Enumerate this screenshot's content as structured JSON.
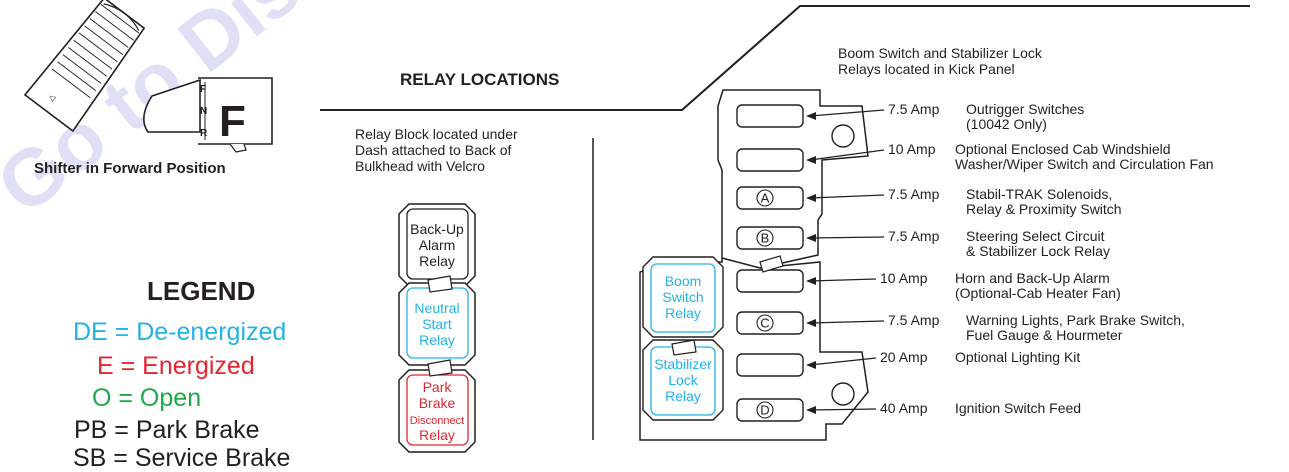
{
  "watermark_text": "Go to Discount",
  "shifter": {
    "caption": "Shifter in Forward Position",
    "big_letter": "F",
    "positions": [
      "F",
      "N",
      "R"
    ]
  },
  "title": "RELAY LOCATIONS",
  "relay_block_note": [
    "Relay Block located under",
    "Dash attached to Back of",
    "Bulkhead with Velcro"
  ],
  "kick_panel_note": [
    "Boom Switch and Stabilizer Lock",
    "Relays located in Kick Panel"
  ],
  "legend": {
    "title": "LEGEND",
    "items": [
      {
        "text": "DE = De-energized",
        "color": "#22b3e6"
      },
      {
        "text": "E = Energized",
        "color": "#e52530"
      },
      {
        "text": "O = Open",
        "color": "#1fa84a"
      },
      {
        "text": "PB = Park Brake",
        "color": "#231f20"
      },
      {
        "text": "SB = Service Brake",
        "color": "#231f20"
      }
    ]
  },
  "dash_relays": [
    {
      "lines": [
        "Back-Up",
        "Alarm",
        "Relay"
      ],
      "color": "#231f20"
    },
    {
      "lines": [
        "Neutral",
        "Start",
        "Relay"
      ],
      "color": "#22b3e6"
    },
    {
      "lines": [
        "Park",
        "Brake",
        "Disconnect",
        "Relay"
      ],
      "color": "#e52530"
    }
  ],
  "kick_relays": [
    {
      "lines": [
        "Boom",
        "Switch",
        "Relay"
      ],
      "color": "#22b3e6"
    },
    {
      "lines": [
        "Stabilizer",
        "Lock",
        "Relay"
      ],
      "color": "#22b3e6"
    }
  ],
  "fuses": [
    {
      "letter": "",
      "amp": "7.5 Amp",
      "desc": [
        "Outrigger Switches",
        " (10042 Only)"
      ]
    },
    {
      "letter": "",
      "amp": "10 Amp",
      "desc": [
        "Optional Enclosed Cab Windshield",
        " Washer/Wiper Switch and Circulation Fan"
      ]
    },
    {
      "letter": "A",
      "amp": "7.5 Amp",
      "desc": [
        "Stabil-TRAK Solenoids,",
        " Relay & Proximity Switch"
      ]
    },
    {
      "letter": "B",
      "amp": "7.5 Amp",
      "desc": [
        "Steering Select Circuit",
        " & Stabilizer Lock Relay"
      ]
    },
    {
      "letter": "",
      "amp": "10 Amp",
      "desc": [
        "Horn and Back-Up Alarm",
        "(Optional-Cab Heater Fan)"
      ]
    },
    {
      "letter": "C",
      "amp": "7.5 Amp",
      "desc": [
        "Warning Lights, Park Brake Switch,",
        " Fuel Gauge & Hourmeter"
      ]
    },
    {
      "letter": "",
      "amp": "20 Amp",
      "desc": [
        "Optional Lighting Kit"
      ]
    },
    {
      "letter": "D",
      "amp": "40 Amp",
      "desc": [
        "Ignition Switch Feed"
      ]
    }
  ]
}
